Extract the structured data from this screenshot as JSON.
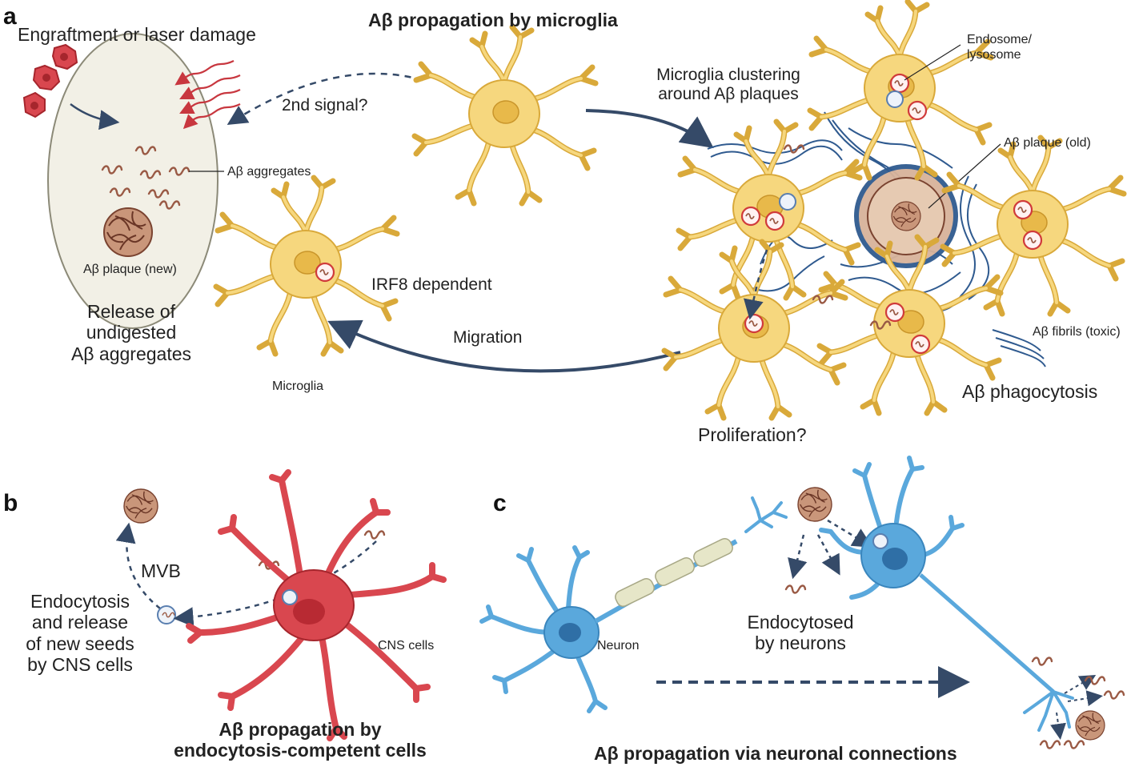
{
  "panels": {
    "a": "a",
    "b": "b",
    "c": "c"
  },
  "panel_a": {
    "title": "Aβ propagation by microglia",
    "engraftment": "Engraftment or laser damage",
    "second_signal": "2nd  signal?",
    "ab_aggregates": "Aβ aggregates",
    "plaque_new": "Aβ plaque (new)",
    "release_lines": [
      "Release of",
      "undigested",
      "Aβ aggregates"
    ],
    "irf8": "IRF8 dependent",
    "migration": "Migration",
    "microglia": "Microglia",
    "clustering_lines": [
      "Microglia clustering",
      "around Aβ plaques"
    ],
    "endosome_lines": [
      "Endosome/",
      "lysosome"
    ],
    "plaque_old": "Aβ plaque (old)",
    "fibrils": "Aβ fibrils (toxic)",
    "phagocytosis": "Aβ phagocytosis",
    "proliferation": "Proliferation?"
  },
  "panel_b": {
    "mvb": "MVB",
    "endocytosis_lines": [
      "Endocytosis",
      "and release",
      "of new seeds",
      "by CNS cells"
    ],
    "cns_cells": "CNS cells",
    "title_lines": [
      "Aβ propagation by",
      "endocytosis-competent cells"
    ]
  },
  "panel_c": {
    "neuron": "Neuron",
    "endocytosed_lines": [
      "Endocytosed",
      "by neurons"
    ],
    "title": "Aβ propagation via neuronal connections"
  },
  "colors": {
    "microglia_fill": "#f6d77e",
    "microglia_stroke": "#d9a93a",
    "nucleus": "#e8b94a",
    "cns_cell": "#d9474f",
    "neuron": "#5aa8dc",
    "fibrils": "#2f5a8f",
    "aggregate": "#9a5a45",
    "arrow": "#354a68",
    "laser": "#c8373f"
  }
}
